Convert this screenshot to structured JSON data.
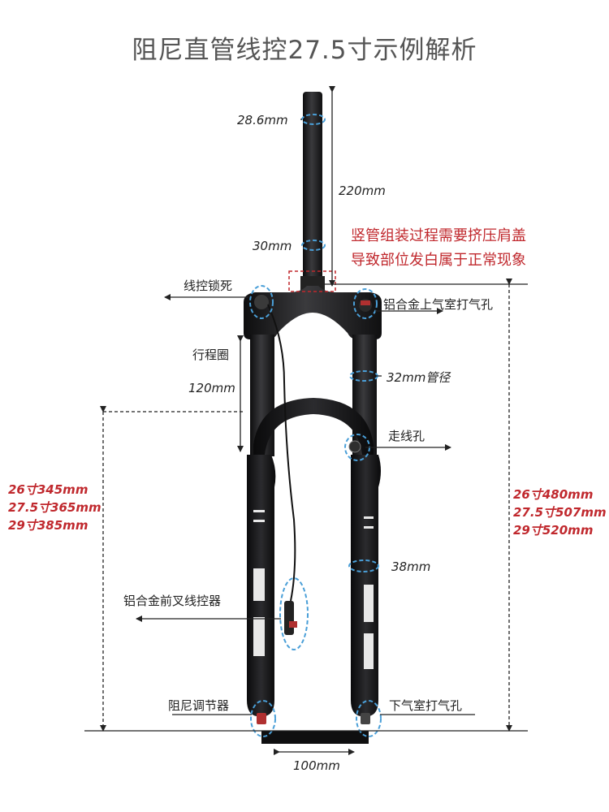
{
  "title": "阻尼直管线控27.5寸示例解析",
  "labels": {
    "steerer_diameter_top": "28.6mm",
    "steerer_length": "220mm",
    "steerer_diameter_base": "30mm",
    "lockout": "线控锁死",
    "air_valve_top": "铝合金上气室打气孔",
    "travel_ring": "行程圈",
    "travel": "120mm",
    "stanchion_diameter": "32mm管径",
    "cable_hole": "走线孔",
    "lower_diameter": "38mm",
    "remote": "铝合金前叉线控器",
    "damping_adjuster": "阻尼调节器",
    "air_valve_bottom": "下气室打气孔",
    "axle_width": "100mm"
  },
  "note": {
    "line1": "竖管组装过程需要挤压肩盖",
    "line2": "导致部位发白属于正常现象"
  },
  "dims_left": {
    "line1": "26寸345mm",
    "line2": "27.5寸365mm",
    "line3": "29寸385mm"
  },
  "dims_right": {
    "line1": "26寸480mm",
    "line2": "27.5寸507mm",
    "line3": "29寸520mm"
  },
  "colors": {
    "accent_blue": "#4a9fd8",
    "note_red": "#c0282d",
    "fork_black": "#1c1c1e"
  }
}
